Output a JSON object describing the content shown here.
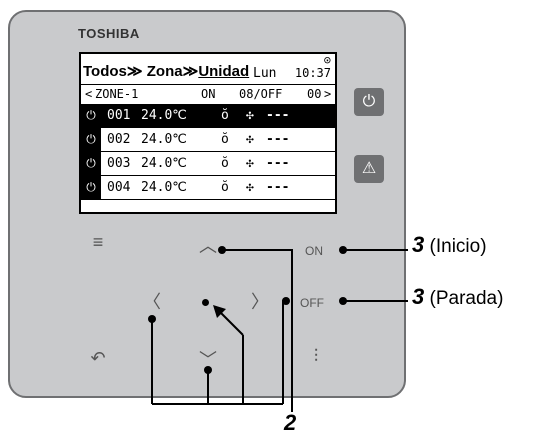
{
  "brand": "TOSHIBA",
  "screen": {
    "breadcrumb": {
      "all": "Todos",
      "sep": "≫",
      "zone": "Zona",
      "unit": "Unidad"
    },
    "day": "Lun",
    "time": "10:37",
    "zone_bar": {
      "prev": "<",
      "zone": "ZONE-1",
      "on_label": "ON",
      "count": "08/OFF",
      "off_count": "00",
      "next": ">"
    },
    "rows": [
      {
        "id": "001",
        "temp": "24.0℃",
        "mode_icon": "dry-icon",
        "fan_icon": "fan-icon",
        "status": "---",
        "selected": true
      },
      {
        "id": "002",
        "temp": "24.0℃",
        "mode_icon": "dry-icon",
        "fan_icon": "fan-icon",
        "status": "---",
        "selected": false
      },
      {
        "id": "003",
        "temp": "24.0℃",
        "mode_icon": "dry-icon",
        "fan_icon": "fan-icon",
        "status": "---",
        "selected": false
      },
      {
        "id": "004",
        "temp": "24.0℃",
        "mode_icon": "dry-icon",
        "fan_icon": "fan-icon",
        "status": "---",
        "selected": false
      }
    ]
  },
  "buttons": {
    "on": "ON",
    "off": "OFF"
  },
  "callouts": {
    "on_num": "3",
    "on_text": "(Inicio)",
    "off_num": "3",
    "off_text": "(Parada)",
    "nav_num": "2"
  },
  "colors": {
    "panel": "#c9cacc",
    "button": "#6f7072"
  }
}
